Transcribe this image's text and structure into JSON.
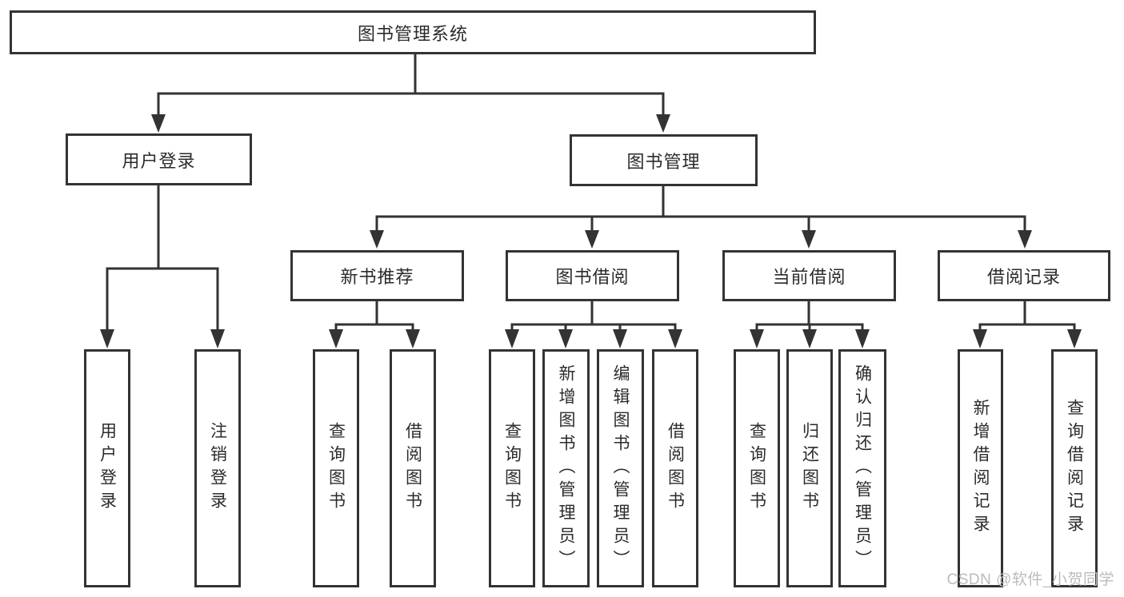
{
  "diagram_type": "hierarchy-tree",
  "tree": {
    "label": "图书管理系统",
    "children": [
      {
        "label": "用户登录",
        "children": [
          {
            "label": "用户登录"
          },
          {
            "label": "注销登录"
          }
        ]
      },
      {
        "label": "图书管理",
        "children": [
          {
            "label": "新书推荐",
            "children": [
              {
                "label": "查询图书"
              },
              {
                "label": "借阅图书"
              }
            ]
          },
          {
            "label": "图书借阅",
            "children": [
              {
                "label": "查询图书"
              },
              {
                "label": "新增图书（管理员）"
              },
              {
                "label": "编辑图书（管理员）"
              },
              {
                "label": "借阅图书"
              }
            ]
          },
          {
            "label": "当前借阅",
            "children": [
              {
                "label": "查询图书"
              },
              {
                "label": "归还图书"
              },
              {
                "label": "确认归还（管理员）"
              }
            ]
          },
          {
            "label": "借阅记录",
            "children": [
              {
                "label": "新增借阅记录"
              },
              {
                "label": "查询借阅记录"
              }
            ]
          }
        ]
      }
    ]
  },
  "watermark": "CSDN @软件_小贺同学",
  "colors": {
    "line": "#333333",
    "box_border": "#333333",
    "box_fill": "#ffffff",
    "text": "#2b2b2b",
    "watermark": "#b9bcc0",
    "background": "#ffffff"
  }
}
